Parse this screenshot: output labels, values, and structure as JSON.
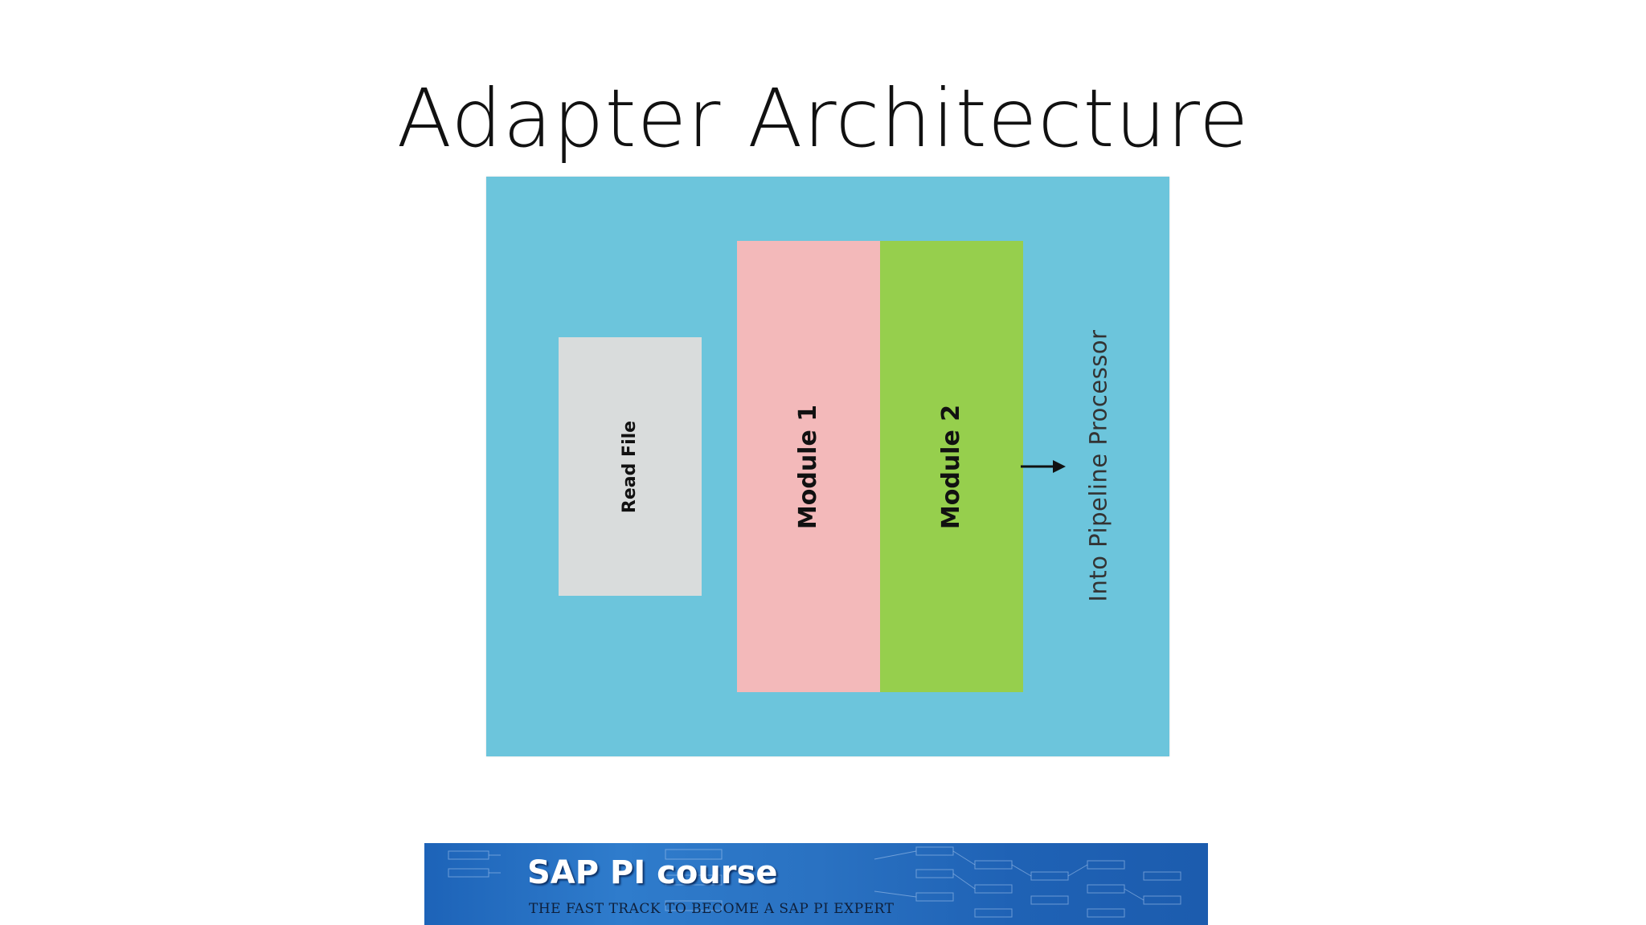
{
  "title": "Adapter Architecture",
  "diagram": {
    "read_file_label": "Read File",
    "module1_label": "Module 1",
    "module2_label": "Module 2",
    "pipeline_label": "Into Pipeline Processor",
    "colors": {
      "panel": "#6cc5dc",
      "read_file": "#d9dcdc",
      "module1": "#f3b9ba",
      "module2": "#96cf4d"
    }
  },
  "banner": {
    "title": "SAP PI course",
    "subtitle": "THE FAST TRACK TO BECOME A SAP PI EXPERT"
  }
}
